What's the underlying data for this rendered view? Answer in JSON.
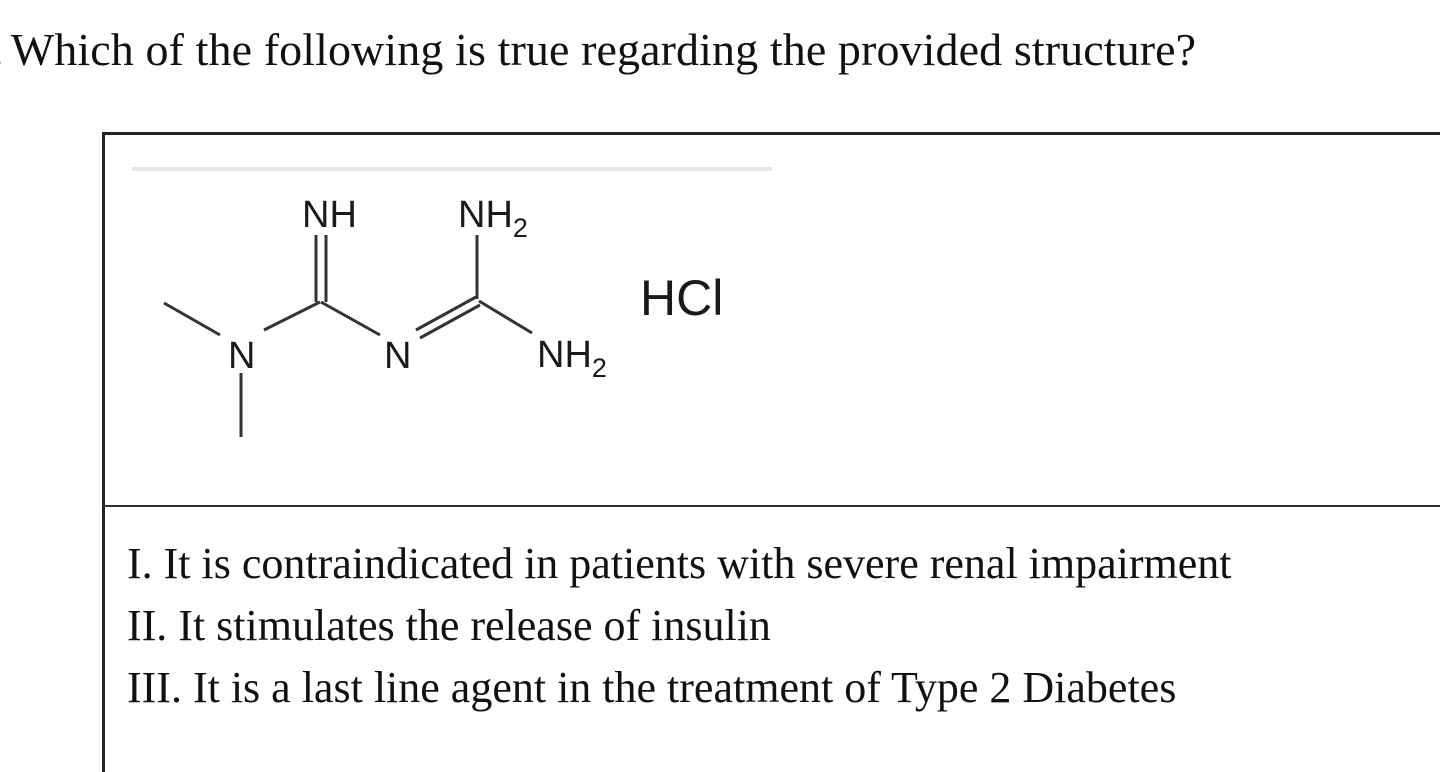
{
  "question": {
    "number_fragment": ".",
    "text": "Which of the following is true regarding the provided structure?"
  },
  "structure": {
    "labels": {
      "n_methyl": "N",
      "imine_n": "N",
      "nh_top": "NH",
      "nh2_top": "NH",
      "nh2_top_sub": "2",
      "nh2_right": "NH",
      "nh2_right_sub": "2",
      "salt": "HCl"
    }
  },
  "statements": [
    {
      "text": "I. It is contraindicated in patients with severe renal impairment"
    },
    {
      "text": "II. It stimulates the release of insulin"
    },
    {
      "text": "III. It is a last line agent in the treatment of Type 2 Diabetes"
    }
  ]
}
